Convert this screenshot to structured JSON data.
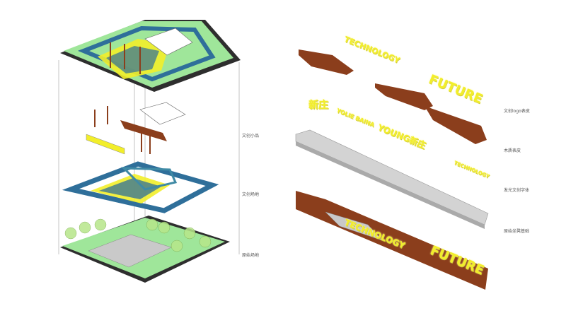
{
  "left_layer_labels": {
    "layer1": "文创小品",
    "layer2": "文创场地",
    "layer3": "原始场地"
  },
  "right_layer_labels": {
    "layer1": "文创logo表皮",
    "layer2": "木质表皮",
    "layer3": "发光文创字体",
    "layer4": "原始坐凳基础"
  },
  "signage_text": {
    "technology_top": "TECHNOLOGY",
    "future_top": "FUTURE",
    "chinese_chars": "新庄",
    "small_logo": "YOLIE BAINA",
    "young_logo": "YOUNG新庄",
    "techno_right": "TECHNOLOGY",
    "technology_bottom": "TECHNOLOGY",
    "future_bottom": "FUTURE"
  },
  "colors": {
    "grass": "#9fe69a",
    "site_dark": "#2e2e2e",
    "path_blue": "#2f6f9a",
    "teal_ring": "#3f8aa5",
    "yellow": "#f2ee2a",
    "wood": "#8b3e1c",
    "concrete": "#c9c9c9"
  }
}
